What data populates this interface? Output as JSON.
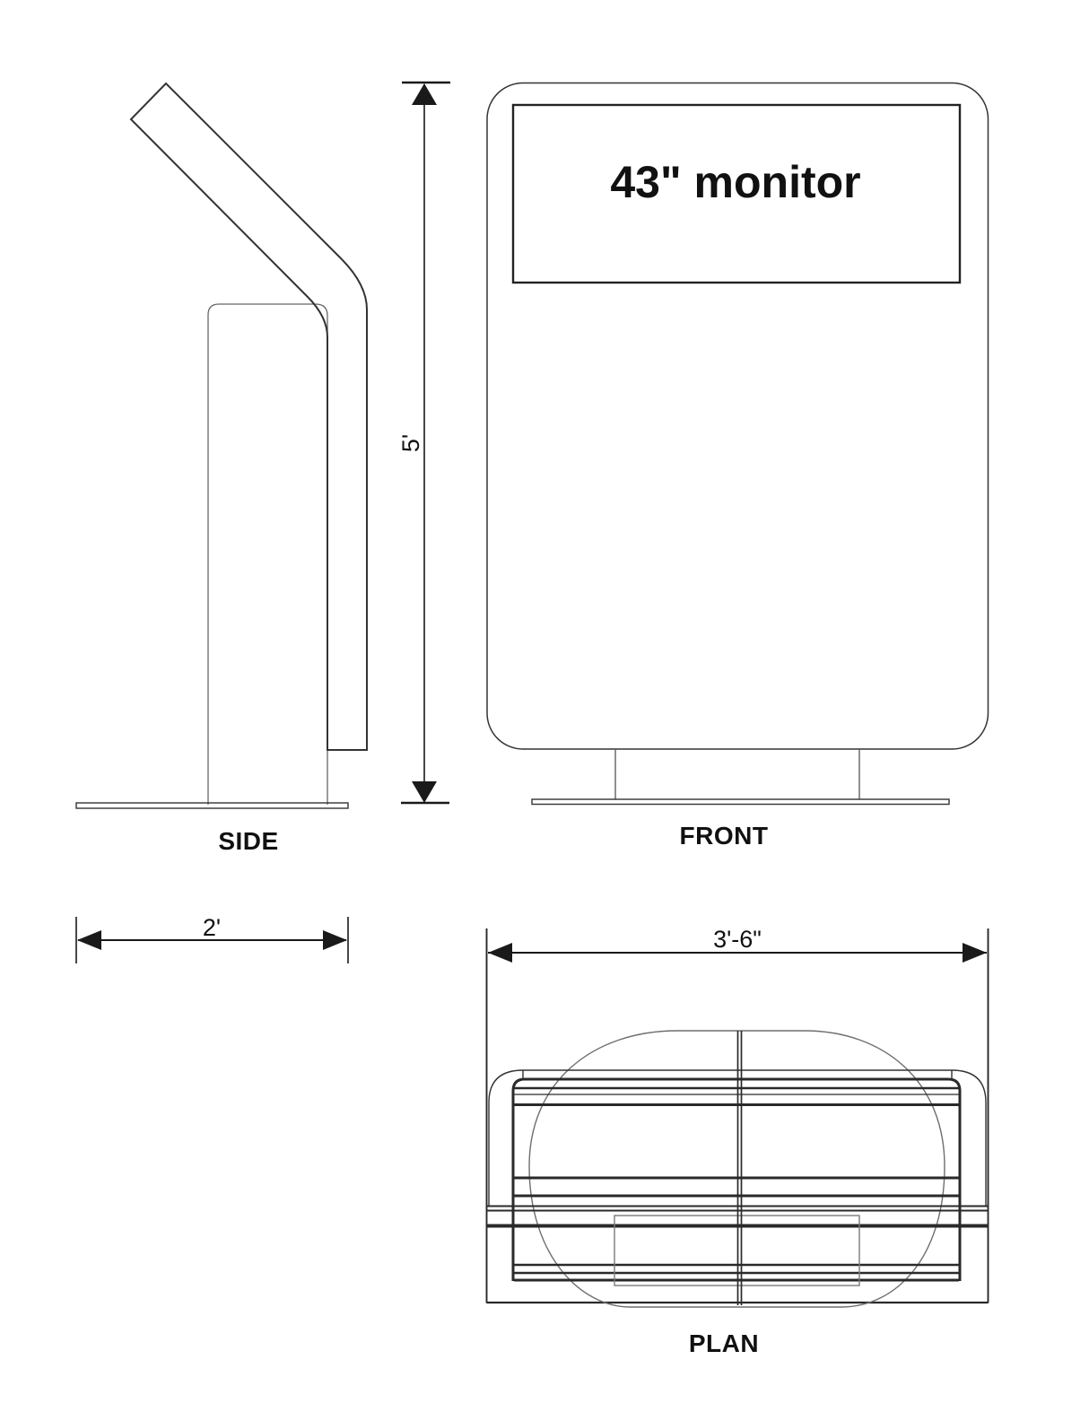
{
  "drawing": {
    "title_note": "43\" monitor",
    "views": {
      "side": {
        "label": "SIDE"
      },
      "front": {
        "label": "FRONT",
        "screen_label": "43\" monitor"
      },
      "plan": {
        "label": "PLAN"
      }
    },
    "dimensions": {
      "height": "5'",
      "depth": "2'",
      "width": "3'-6\""
    },
    "colors": {
      "line": "#2a2a2a",
      "medium_line": "#555555",
      "light_line": "#777777",
      "background": "#ffffff"
    }
  }
}
